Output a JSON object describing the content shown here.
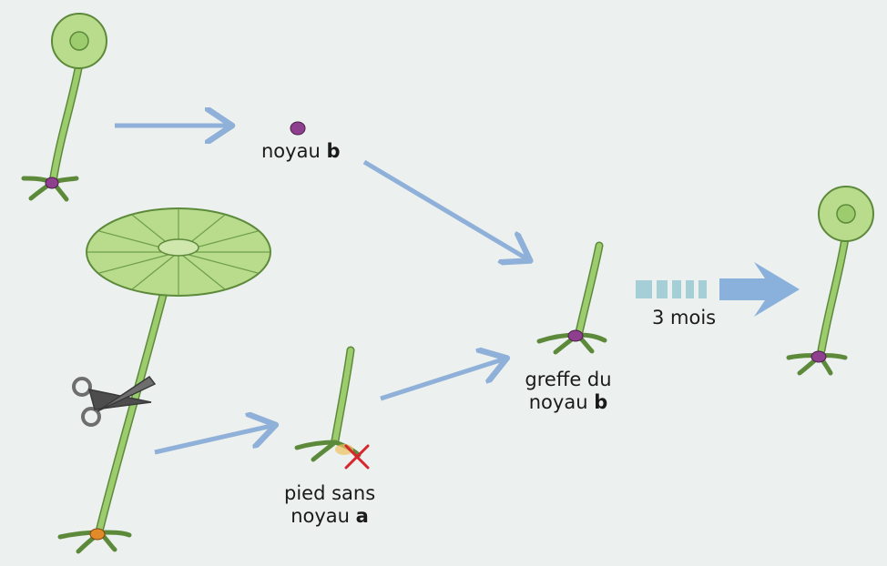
{
  "labels": {
    "noyau_b": {
      "text": "noyau",
      "bold": "b"
    },
    "pied_sans_noyau": {
      "line1": "pied sans",
      "line2_text": "noyau",
      "line2_bold": "a"
    },
    "greffe": {
      "line1": "greffe du",
      "line2_text": "noyau",
      "line2_bold": "b"
    },
    "duration": "3 mois"
  },
  "colors": {
    "background": "#ecf0ee",
    "stalk": "#9ccc6e",
    "stalk_outline": "#5c8a3a",
    "cap": "#b9dc8c",
    "arrow": "#8fb0d8",
    "nucleus_b": "#8e3f8e",
    "nucleus_a": "#e08a2a",
    "cross": "#d8262e",
    "scissors": "#6e6e6e"
  },
  "icons": [
    "scissors-icon",
    "cross-mark-icon",
    "time-arrow-icon"
  ]
}
